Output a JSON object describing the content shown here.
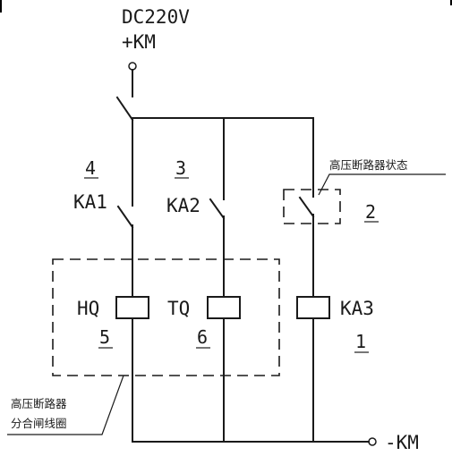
{
  "supply": {
    "voltage": "DC220V",
    "positive": "+KM",
    "negative": "-KM"
  },
  "components": {
    "ka1": {
      "name": "KA1",
      "number": "4"
    },
    "ka2": {
      "name": "KA2",
      "number": "3"
    },
    "breaker_status": {
      "label": "高压断路器状态",
      "number": "2"
    },
    "hq": {
      "name": "HQ",
      "number": "5"
    },
    "tq": {
      "name": "TQ",
      "number": "6"
    },
    "ka3": {
      "name": "KA3",
      "number": "1"
    },
    "coil_group": {
      "label_line1": "高压断路器",
      "label_line2": "分合闸线圈"
    }
  }
}
